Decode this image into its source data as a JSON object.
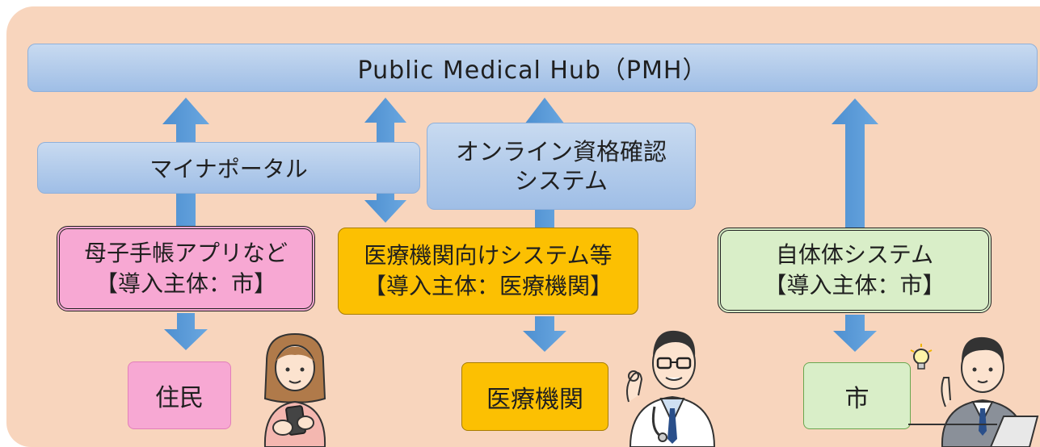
{
  "pmh": "Public Medical Hub（PMH）",
  "mynaportal": "マイナポータル",
  "online_check": {
    "line1": "オンライン資格確認",
    "line2": "システム"
  },
  "boshi_app": {
    "line1": "母子手帳アプリなど",
    "line2": "【導入主体：市】"
  },
  "medical_system": {
    "line1": "医療機関向けシステム等",
    "line2": "【導入主体：医療機関】"
  },
  "municipal_system": {
    "line1": "自体体システム",
    "line2": "【導入主体：市】"
  },
  "resident": "住民",
  "medical_institution": "医療機関",
  "city": "市",
  "colors": {
    "background": "#f8d5bd",
    "blue_box": "#b3cdeb",
    "pink": "#f7a8d3",
    "orange": "#fcc002",
    "green": "#d9eec8",
    "arrow": "#5b9bd5"
  }
}
